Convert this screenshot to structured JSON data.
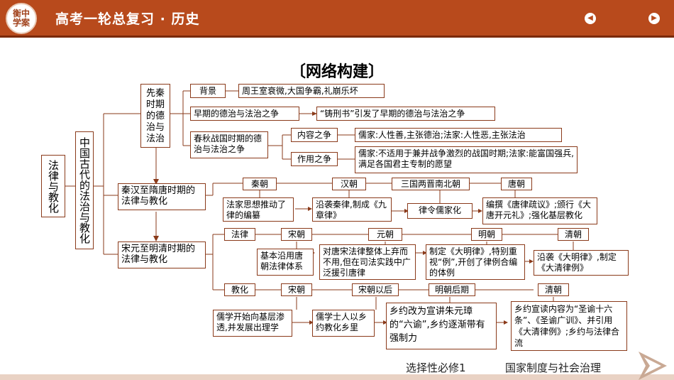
{
  "header": {
    "logo_text": "衡中学案",
    "title": "高考一轮总复习 · 历史",
    "prev_icon": "chevron-left",
    "next_icon": "chevron-right",
    "bar_color": "#b84a1c"
  },
  "heading": "〔网络构建〕",
  "diagram": {
    "root": "法律与教化",
    "main": "中国古代的法治与教化",
    "xianqin": {
      "label": "先秦时期的德治与法治",
      "beijing": "背景",
      "beijing_text": "周王室衰微,大国争霸,礼崩乐坏",
      "zaoqi": "早期的德治与法治之争",
      "zaoqi_text": "“铸刑书”引发了早期的德治与法治之争",
      "chunqiu": "春秋战国时期的德治与法治之争",
      "neirong": "内容之争",
      "neirong_text": "儒家:人性善,主张德治;法家:人性恶,主张法治",
      "zuoyong": "作用之争",
      "zuoyong_text": "儒家:不适用于兼并战争激烈的战国时期;法家:能富国强兵,满足各国君主专制的愿望"
    },
    "qinhan": {
      "label": "秦汉至隋唐时期的法律与教化",
      "qin": "秦朝",
      "qin_text": "法家思想推动了律的编纂",
      "han": "汉朝",
      "han_text": "沿袭秦律,制成《九章律》",
      "sanguo": "三国两晋南北朝",
      "sanguo_text": "律令儒家化",
      "tang": "唐朝",
      "tang_text": "编撰《唐律疏议》;颁行《大唐开元礼》;强化基层教化"
    },
    "songyuan": {
      "label": "宋元至明清时期的法律与教化",
      "falv": "法律",
      "falv_song": "宋朝",
      "falv_song_text": "基本沿用唐朝法律体系",
      "falv_yuan": "元朝",
      "falv_yuan_text": "对唐宋法律整体上弃而不用,但在司法实践中广泛援引唐律",
      "falv_ming": "明朝",
      "falv_ming_text": "制定《大明律》,特别重视“例”,开创了律例合编的体例",
      "falv_qing": "清朝",
      "falv_qing_text": "沿袭《大明律》,制定《大清律例》",
      "jiaohua": "教化",
      "jh_song": "宋朝",
      "jh_song_text": "儒学开始向基层渗透,并发展出理学",
      "jh_songhou": "宋朝以后",
      "jh_songhou_text": "儒学士人以乡约教化乡里",
      "jh_minghou": "明朝后期",
      "jh_minghou_text": "乡约改为宣讲朱元璋的“六谕”,乡约逐渐带有强制力",
      "jh_qing": "清朝",
      "jh_qing_text": "乡约宣读内容为“圣谕十六条”、《圣谕广训》、并引用《大清律例》;乡约与法律合流"
    }
  },
  "footer": {
    "course": "选择性必修1",
    "topic": "国家制度与社会治理"
  }
}
